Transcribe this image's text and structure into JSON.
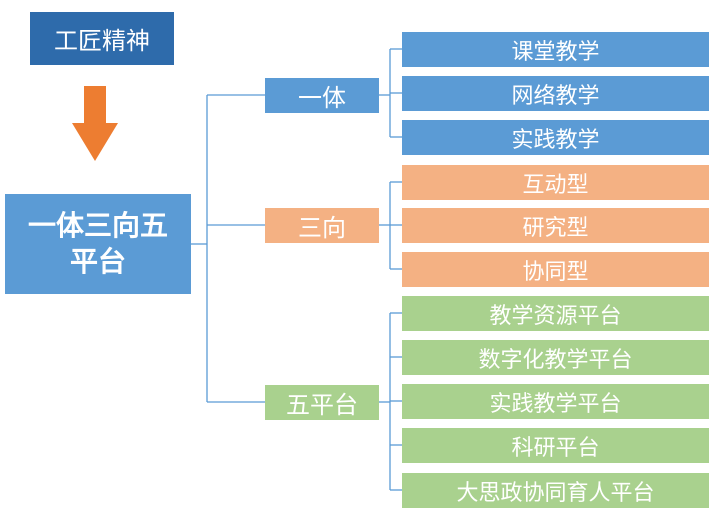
{
  "title": "工匠精神",
  "root": "一体三向五平台",
  "branches": [
    {
      "label": "一体",
      "items": [
        "课堂教学",
        "网络教学",
        "实践教学"
      ]
    },
    {
      "label": "三向",
      "items": [
        "互动型",
        "研究型",
        "协同型"
      ]
    },
    {
      "label": "五平台",
      "items": [
        "教学资源平台",
        "数字化教学平台",
        "实践教学平台",
        "科研平台",
        "大思政协同育人平台"
      ]
    }
  ],
  "colors": {
    "title_box": "#2e6bab",
    "root_box": "#5b9bd5",
    "branch_1": "#5b9bd5",
    "branch_2": "#f4b183",
    "branch_3": "#a9d18e",
    "arrow": "#ed7d31",
    "connector": "#5b9bd5"
  }
}
